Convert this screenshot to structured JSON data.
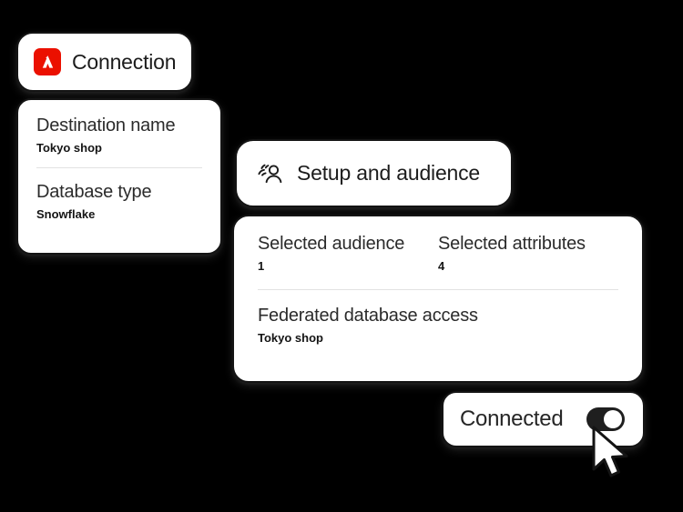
{
  "theme": {
    "background": "#000000",
    "card_background": "#ffffff",
    "card_border": "#141414",
    "divider": "#e2e2e2",
    "accent_red": "#eb1000",
    "toggle_on": "#1f1f1f"
  },
  "connection_chip": {
    "icon": "adobe-logo-icon",
    "label": "Connection"
  },
  "connection_details": {
    "fields": [
      {
        "label": "Destination name",
        "value": "Tokyo shop"
      },
      {
        "label": "Database type",
        "value": "Snowflake"
      }
    ]
  },
  "setup_chip": {
    "icon": "audience-people-icon",
    "label": "Setup and audience"
  },
  "summary_panel": {
    "stats": [
      {
        "label": "Selected audience",
        "value": "1"
      },
      {
        "label": "Selected attributes",
        "value": "4"
      }
    ],
    "federated": {
      "label": "Federated database access",
      "value": "Tokyo shop"
    }
  },
  "connection_status": {
    "label": "Connected",
    "toggle_state": "on"
  },
  "pointer": {
    "icon": "mouse-arrow-cursor"
  }
}
